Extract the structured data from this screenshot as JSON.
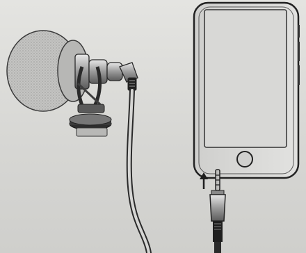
{
  "illustration": {
    "subject": "microphone-to-smartphone-connection",
    "parts": [
      "foam-windscreen",
      "microphone-body",
      "shock-mount",
      "cold-shoe-mount",
      "cable",
      "trrs-plug",
      "smartphone"
    ],
    "arrow": "up",
    "colors": {
      "paper": "#dcdcd9",
      "ink": "#2a2a2a",
      "metal": "#a9a9a9",
      "foam": "#bcbcbc"
    }
  }
}
